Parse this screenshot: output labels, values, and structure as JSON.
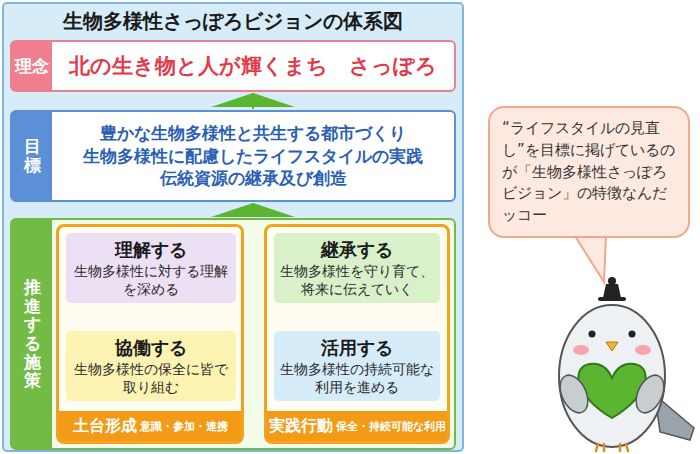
{
  "diagram": {
    "title": "生物多様性さっぽろビジョンの体系図",
    "nodes": [
      {
        "text": [
          "理念",
          "北の生き物と人が輝くまち　さっぽろ"
        ]
      },
      {
        "text": [
          "目標",
          "豊かな生物多様性と共生する都市づくり",
          "生物多様性に配慮したライフスタイルの実践",
          "伝統資源の継承及び創造"
        ]
      },
      {
        "text": [
          "推進する施策"
        ]
      },
      {
        "text": [
          "土台形成",
          "意識・参加・連携"
        ],
        "in": 2
      },
      {
        "text": [
          "理解する",
          "生物多様性に対する理解を深める"
        ],
        "in": 3
      },
      {
        "text": [
          "協働する",
          "生物多様性の保全に皆で取り組む"
        ],
        "in": 3
      },
      {
        "text": [
          "実践行動",
          "保全・持続可能な利用"
        ],
        "in": 2
      },
      {
        "text": [
          "継承する",
          "生物多様性を守り育て、将来に伝えていく"
        ],
        "in": 6
      },
      {
        "text": [
          "活用する",
          "生物多様性の持続可能な利用を進める"
        ],
        "in": 6
      },
      {
        "text": [
          "“ライフスタイルの見直し”を目標に掲げているのが「生物多様性さっぽろビジョン」の特徴なんだッコー"
        ]
      }
    ],
    "edges": [
      {
        "from": 2,
        "to": 1,
        "arrow": "to"
      },
      {
        "from": 1,
        "to": 0,
        "arrow": "to"
      },
      {
        "from": 4,
        "to": 5,
        "arrow": "both"
      },
      {
        "from": 7,
        "to": 8,
        "arrow": "both"
      },
      {
        "from": 3,
        "to": 6,
        "arrow": "both"
      }
    ]
  }
}
